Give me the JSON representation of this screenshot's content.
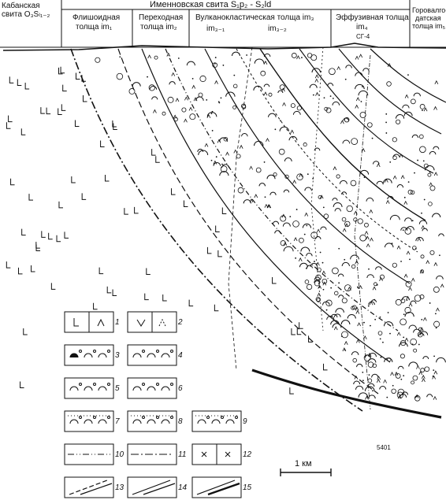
{
  "header": {
    "suite_title": "Именновская свита  S₁p₂ - S₂ld",
    "left_unit_line1": "Кабанская",
    "left_unit_line2": "свита O₃Sₗ₁₋₂",
    "right_unit_line1": "Горовалго-",
    "right_unit_line2": "датская",
    "right_unit_line3": "толща im₅",
    "columns": [
      {
        "line1": "Флишоидная",
        "line2": "толща im₁"
      },
      {
        "line1": "Переходная",
        "line2": "толща im₂"
      },
      {
        "line1": "Вулканокластическая толща im₃",
        "line2": ""
      },
      {
        "line1": "Эффузивная толща",
        "line2": "im₄"
      }
    ],
    "sub_labels": [
      "im₃₋₁",
      "im₃₋₂"
    ]
  },
  "map_tags": {
    "borehole_top": "СГ-4",
    "borehole_bottom": "5401"
  },
  "legend": {
    "numbers": [
      "1",
      "2",
      "3",
      "4",
      "5",
      "6",
      "7",
      "8",
      "9",
      "10",
      "11",
      "12",
      "13",
      "14",
      "15"
    ]
  },
  "scale": {
    "label": "1 км"
  }
}
